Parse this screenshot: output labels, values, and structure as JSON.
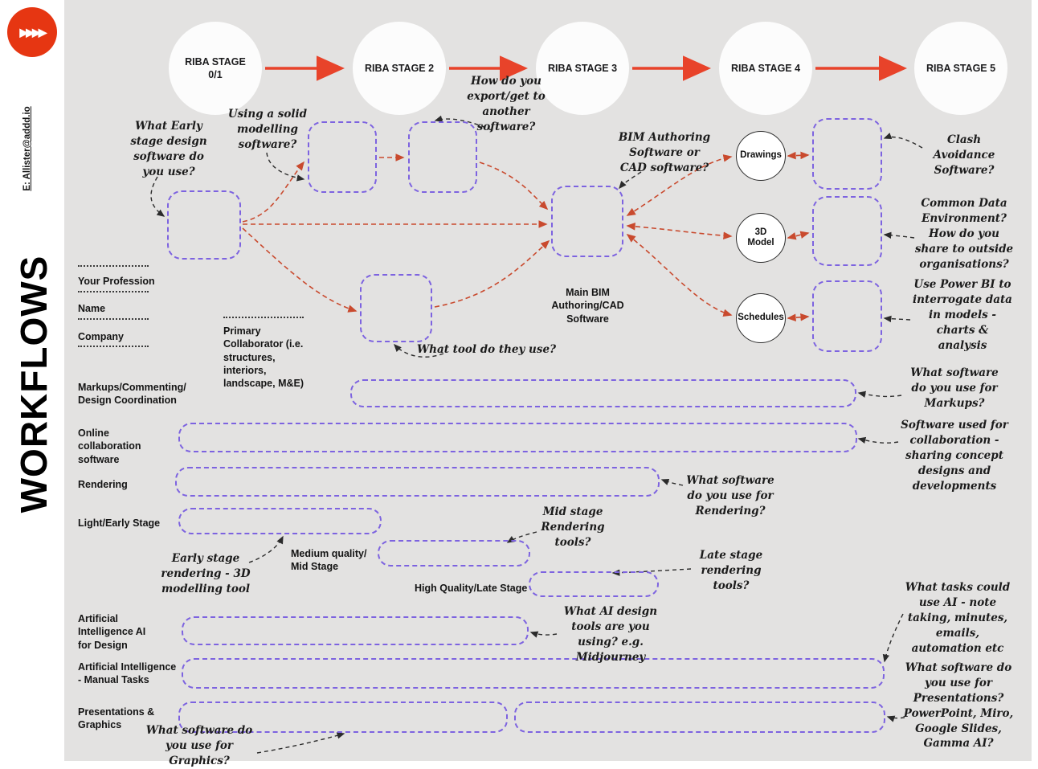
{
  "colors": {
    "background": "#e3e2e1",
    "sidebar": "#ffffff",
    "logo_red": "#e63612",
    "stage_arrow_red": "#e8432a",
    "flow_arrow_red": "#c94a2e",
    "placeholder_purple": "#7d63e0",
    "annotation_ink": "#1b1b1b"
  },
  "sidebar": {
    "email": "E: Allister@addd.io",
    "title": "WORKFLOWS",
    "logo_glyph": "▶▶▶▶"
  },
  "stages": [
    {
      "label": "RIBA STAGE 0/1"
    },
    {
      "label": "RIBA STAGE 2"
    },
    {
      "label": "RIBA STAGE 3"
    },
    {
      "label": "RIBA STAGE 4"
    },
    {
      "label": "RIBA STAGE 5"
    }
  ],
  "person_fields": [
    {
      "label": "Your Profession"
    },
    {
      "label": "Name"
    },
    {
      "label": "Company"
    }
  ],
  "collaborator_label": "Primary Collaborator (i.e. structures, interiors, landscape, M&E)",
  "main_bim_label": "Main BIM Authoring/CAD Software",
  "outputs": [
    {
      "label": "Drawings"
    },
    {
      "label": "3D Model"
    },
    {
      "label": "Schedules"
    }
  ],
  "rows": {
    "markups": "Markups/Commenting/ Design Coordination",
    "online": "Online collaboration software",
    "rendering": "Rendering",
    "light": "Light/Early Stage",
    "medium": "Medium quality/ Mid Stage",
    "high": "High Quality/Late Stage",
    "ai_design": "Artificial Intelligence AI for Design",
    "ai_manual": "Artificial Intelligence - Manual Tasks",
    "presentations": "Presentations & Graphics"
  },
  "annotations": {
    "early_software": "What Early stage design software do you use?",
    "solid_modelling": "Using a solid modelling software?",
    "export_software": "How do you export/get to another software?",
    "bim_or_cad": "BIM Authoring Software or CAD software?",
    "clash_avoidance": "Clash Avoidance Software?",
    "cde": "Common Data Environment? How do you share to outside organisations?",
    "power_bi": "Use Power BI to interrogate data in models - charts & analysis",
    "tool_they_use": "What tool do they use?",
    "markups_software": "What software do you use for Markups?",
    "collab_software": "Software used for collaboration - sharing concept designs and developments",
    "rendering_software": "What software do you use for Rendering?",
    "mid_rendering": "Mid stage Rendering tools?",
    "early_rendering": "Early stage rendering - 3D modelling tool",
    "late_rendering": "Late stage rendering tools?",
    "ai_tools": "What AI design tools are you using? e.g. Midjourney",
    "ai_tasks": "What tasks could use AI - note taking, minutes, emails, automation etc",
    "presentations_software": "What software do you use for Presentations? PowerPoint, Miro, Google Slides, Gamma AI?",
    "graphics_software": "What software do you use for Graphics?"
  }
}
